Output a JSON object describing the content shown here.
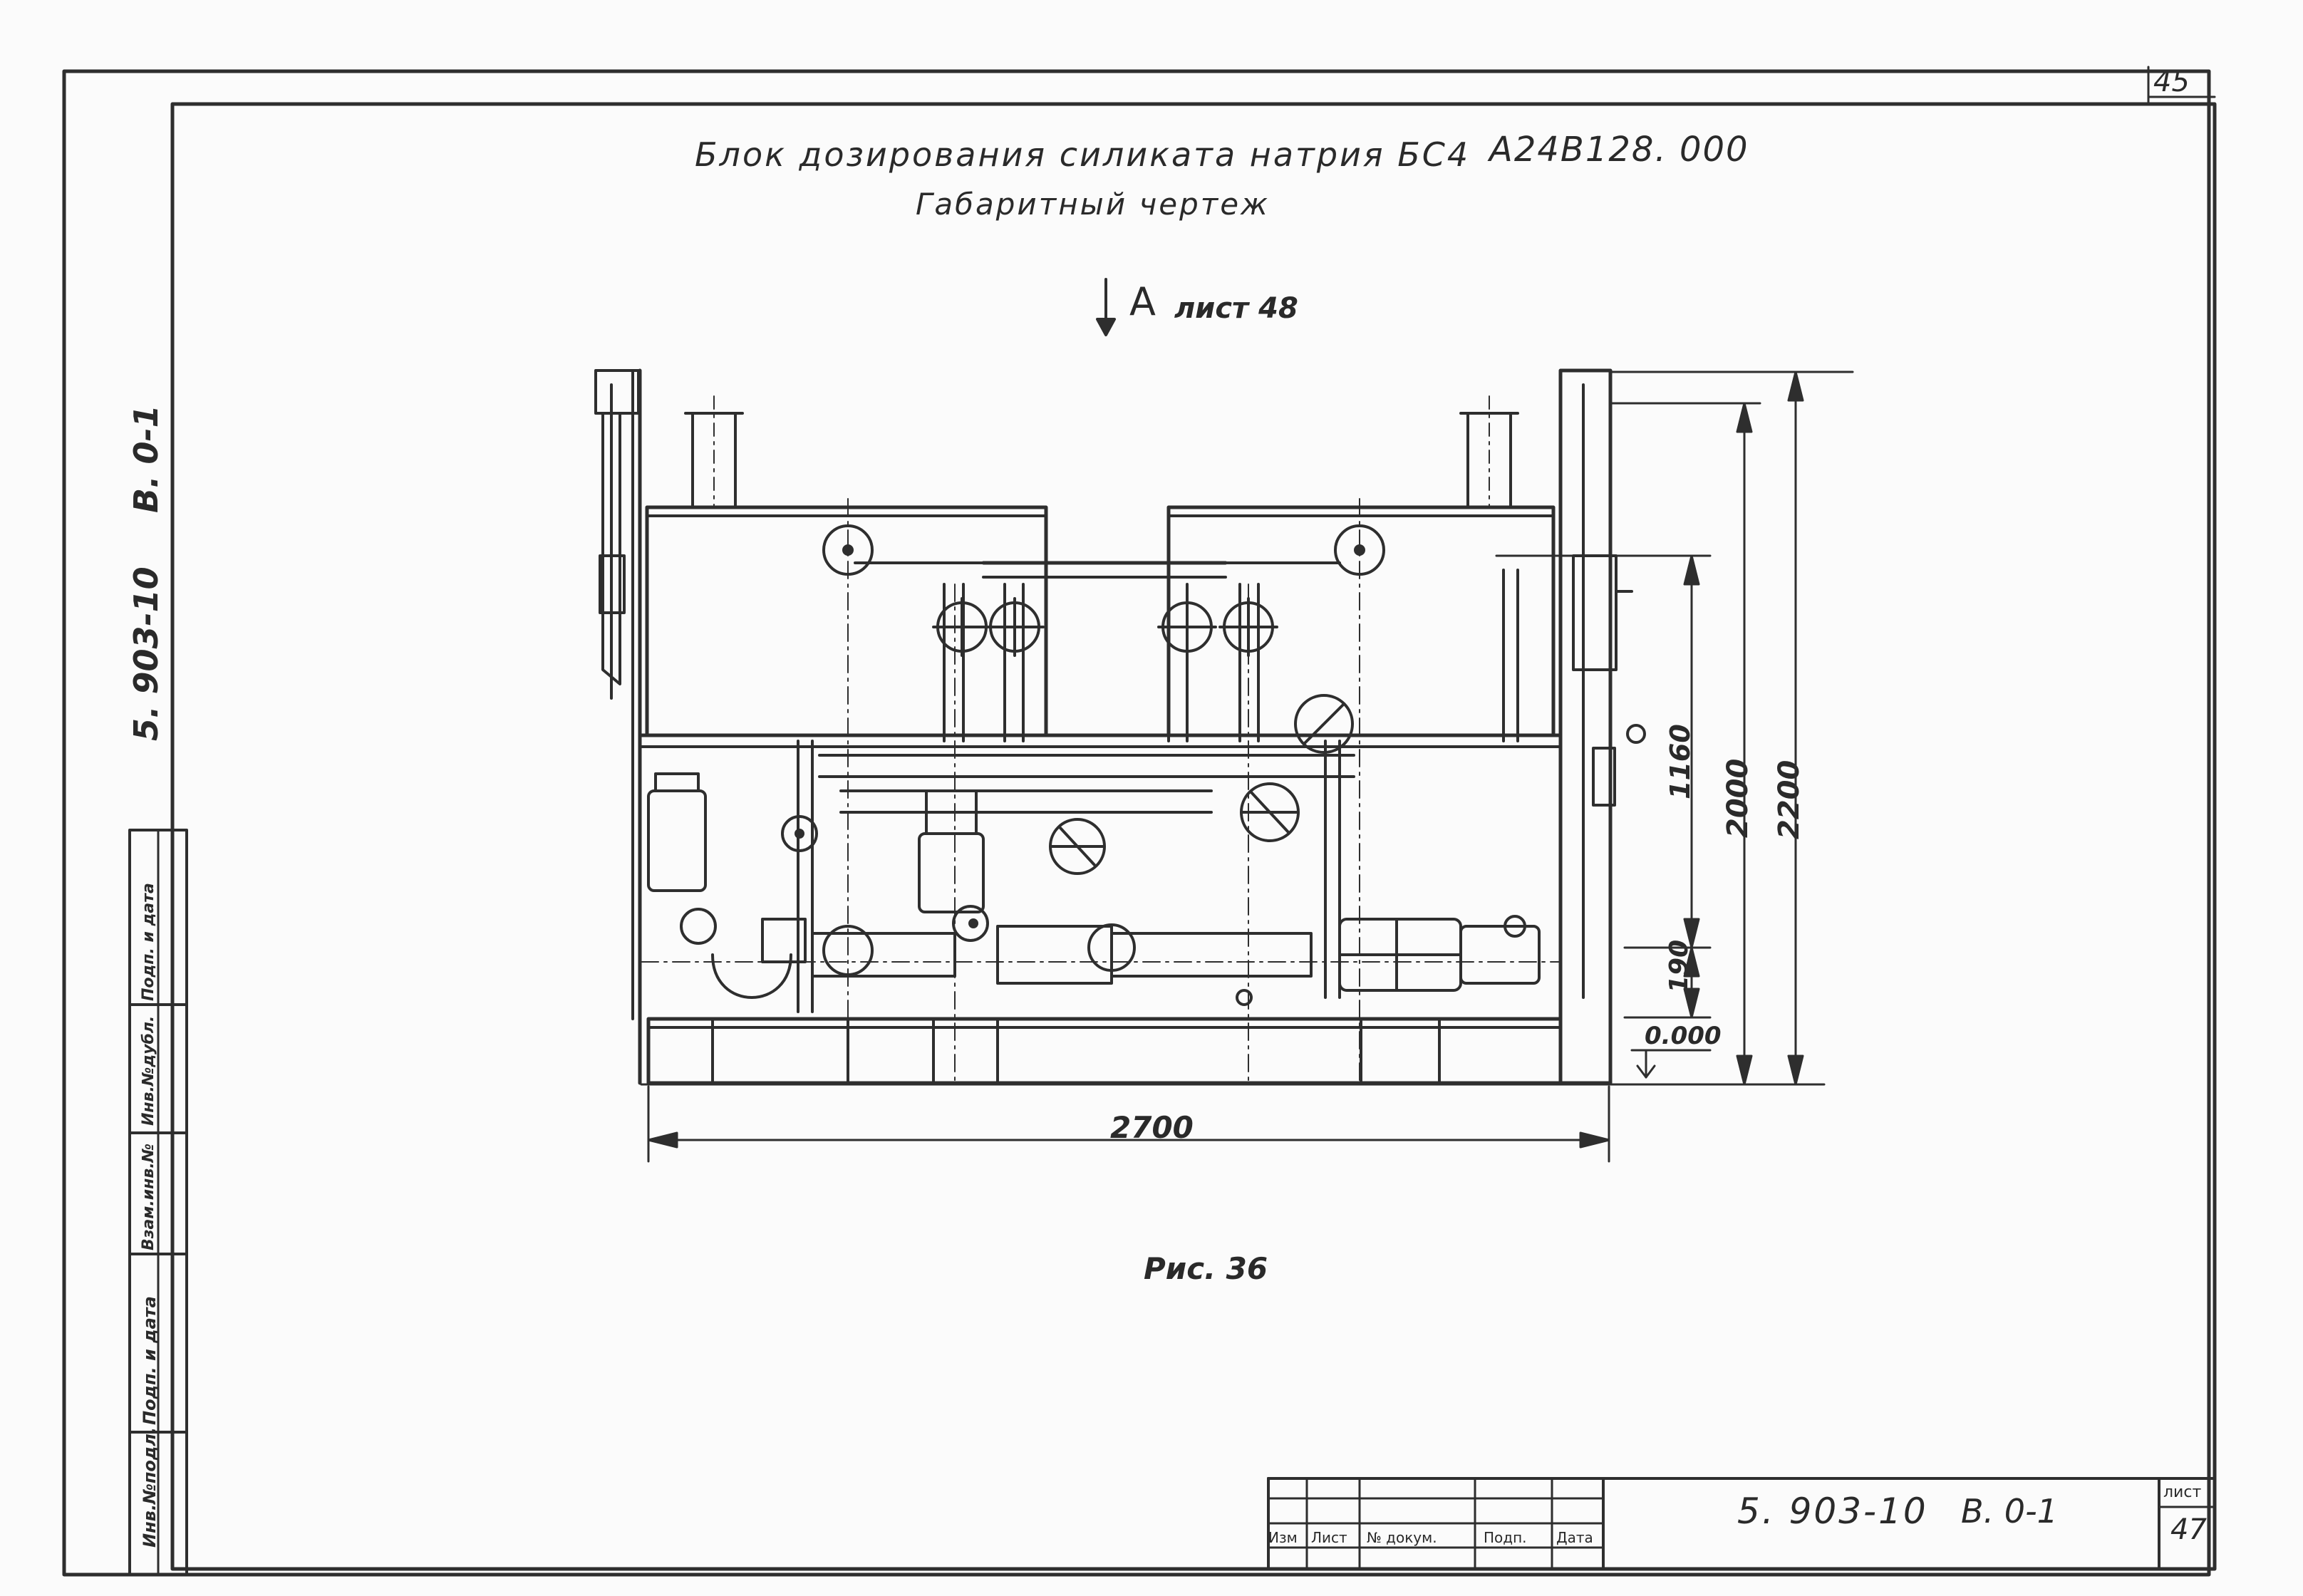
{
  "sheet": {
    "page_corner_number": "45",
    "title_line1": "Блок дозирования силиката натрия БС4",
    "title_code": "А24В128. 000",
    "title_line2": "Габаритный чертеж",
    "view_marker": "А",
    "view_sheet_ref": "лист 48",
    "figure_caption": "Рис. 36"
  },
  "dimensions": {
    "width_total": "2700",
    "height_total": "2200",
    "height_2000": "2000",
    "height_1160": "1160",
    "height_190": "190",
    "level_zero": "0.000"
  },
  "margin_strip": {
    "doc_code_rotated": "5. 903-10",
    "doc_sheet_rotated": "В. 0-1",
    "cells": [
      "Инв.№подл.",
      "Подп. и дата",
      "Взам.инв.№",
      "Инв.№дубл.",
      "Подп. и дата"
    ]
  },
  "title_block": {
    "doc_code": "5. 903-10",
    "doc_sheet": "В. 0-1",
    "headers": [
      "Изм",
      "Лист",
      "№ докум.",
      "Подп.",
      "Дата"
    ],
    "sheet_label": "лист",
    "sheet_number": "47"
  }
}
